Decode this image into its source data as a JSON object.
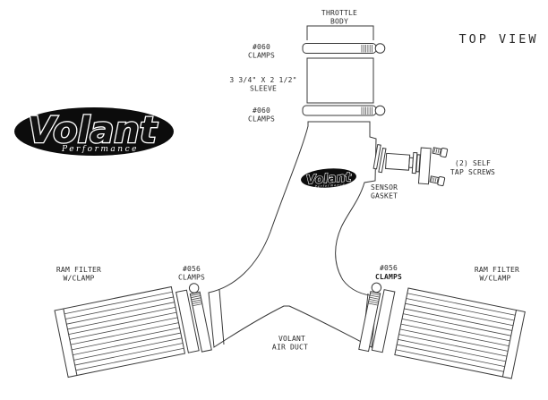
{
  "view_label": "TOP VIEW",
  "brand": {
    "name": "Volant",
    "tagline": "Performance"
  },
  "colors": {
    "line": "#383838",
    "text": "#2b2b2b",
    "logo_fill": "#0c0c0c",
    "background": "#ffffff"
  },
  "callouts": {
    "throttle_body": {
      "l1": "THROTTLE",
      "l2": "BODY"
    },
    "clamps_060_top": {
      "l1": "#060",
      "l2": "CLAMPS"
    },
    "sleeve": {
      "l1": "3 3/4\" X 2 1/2\"",
      "l2": "SLEEVE"
    },
    "clamps_060_bottom": {
      "l1": "#060",
      "l2": "CLAMPS"
    },
    "sensor_gasket": {
      "l1": "SENSOR",
      "l2": "GASKET"
    },
    "self_tap_screws": {
      "l1": "(2) SELF",
      "l2": "TAP SCREWS"
    },
    "ram_filter_left": {
      "l1": "RAM FILTER",
      "l2": "W/CLAMP"
    },
    "clamps_056_left": {
      "l1": "#056",
      "l2": "CLAMPS"
    },
    "clamps_056_right": {
      "l1": "#056",
      "l2": "CLAMPS"
    },
    "ram_filter_right": {
      "l1": "RAM FILTER",
      "l2": "W/CLAMP"
    },
    "air_duct": {
      "l1": "VOLANT",
      "l2": "AIR DUCT"
    }
  },
  "parts": [
    "throttle-body",
    "clamp-060-upper",
    "sleeve",
    "clamp-060-lower",
    "air-duct",
    "sensor-gasket",
    "sensor",
    "self-tap-screws",
    "ram-filter-left",
    "clamp-056-left",
    "clamp-056-right",
    "ram-filter-right"
  ]
}
